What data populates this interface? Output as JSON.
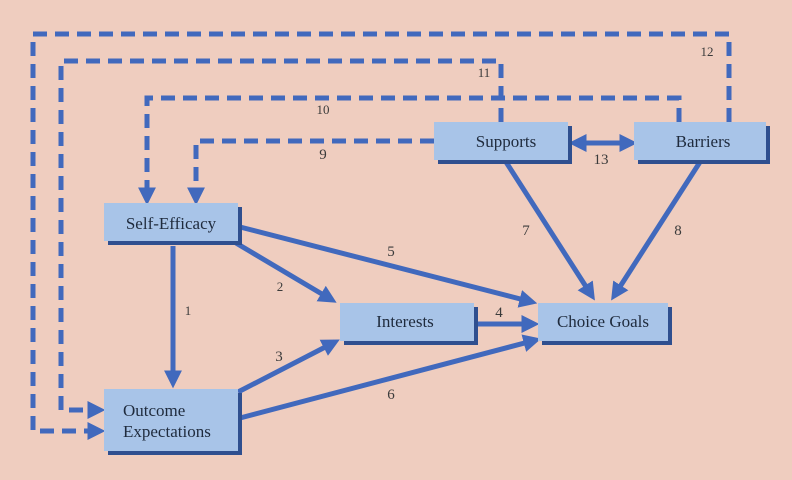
{
  "colors": {
    "background": "#efcdbf",
    "box_fill": "#a8c4e8",
    "box_shadow": "#2f4f8f",
    "arrow": "#4169bd"
  },
  "nodes": {
    "self_efficacy": "Self-Efficacy",
    "outcome_expectations_line1": "Outcome",
    "outcome_expectations_line2": "Expectations",
    "interests": "Interests",
    "choice_goals": "Choice Goals",
    "supports": "Supports",
    "barriers": "Barriers"
  },
  "edges": [
    {
      "label": "1",
      "from": "Self-Efficacy",
      "to": "Outcome Expectations",
      "style": "solid"
    },
    {
      "label": "2",
      "from": "Self-Efficacy",
      "to": "Interests",
      "style": "solid"
    },
    {
      "label": "3",
      "from": "Outcome Expectations",
      "to": "Interests",
      "style": "solid"
    },
    {
      "label": "4",
      "from": "Interests",
      "to": "Choice Goals",
      "style": "solid"
    },
    {
      "label": "5",
      "from": "Self-Efficacy",
      "to": "Choice Goals",
      "style": "solid"
    },
    {
      "label": "6",
      "from": "Outcome Expectations",
      "to": "Choice Goals",
      "style": "solid"
    },
    {
      "label": "7",
      "from": "Supports",
      "to": "Choice Goals",
      "style": "solid"
    },
    {
      "label": "8",
      "from": "Barriers",
      "to": "Choice Goals",
      "style": "solid"
    },
    {
      "label": "9",
      "from": "Supports",
      "to": "Self-Efficacy",
      "style": "dashed"
    },
    {
      "label": "10",
      "from": "Barriers",
      "to": "Self-Efficacy",
      "style": "dashed"
    },
    {
      "label": "11",
      "from": "Supports",
      "to": "Outcome Expectations",
      "style": "dashed"
    },
    {
      "label": "12",
      "from": "Barriers",
      "to": "Outcome Expectations",
      "style": "dashed"
    },
    {
      "label": "13",
      "from": "Supports",
      "to": "Barriers",
      "style": "solid-bidirectional"
    }
  ]
}
